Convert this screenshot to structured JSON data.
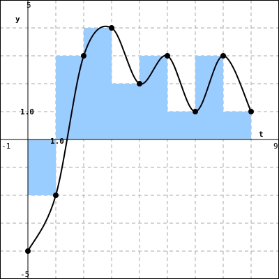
{
  "chart_data": {
    "type": "bar",
    "title": "",
    "xlabel": "t",
    "ylabel": "y",
    "xlim": [
      -1,
      9
    ],
    "ylim": [
      -5,
      5
    ],
    "grid": true,
    "colors": {
      "bar_fill": "#99ccff",
      "curve": "#000000",
      "grid": "#aaaaaa",
      "axis": "#000000"
    },
    "tick_labels": {
      "x_min": "-1",
      "x_max": "9",
      "x_unit": "1.0",
      "y_min": "-5",
      "y_max": "5",
      "y_unit": "1.0"
    },
    "bars": [
      {
        "x0": 0,
        "x1": 1,
        "value": -2
      },
      {
        "x0": 1,
        "x1": 2,
        "value": 3
      },
      {
        "x0": 2,
        "x1": 3,
        "value": 4
      },
      {
        "x0": 3,
        "x1": 4,
        "value": 2
      },
      {
        "x0": 4,
        "x1": 5,
        "value": 3
      },
      {
        "x0": 5,
        "x1": 6,
        "value": 1
      },
      {
        "x0": 6,
        "x1": 7,
        "value": 3
      },
      {
        "x0": 7,
        "x1": 8,
        "value": 1
      }
    ],
    "points": [
      {
        "x": 0,
        "y": -4
      },
      {
        "x": 1,
        "y": -2
      },
      {
        "x": 2,
        "y": 3
      },
      {
        "x": 3,
        "y": 4
      },
      {
        "x": 4,
        "y": 2
      },
      {
        "x": 5,
        "y": 3
      },
      {
        "x": 6,
        "y": 1
      },
      {
        "x": 7,
        "y": 3
      },
      {
        "x": 8,
        "y": 1
      }
    ]
  }
}
